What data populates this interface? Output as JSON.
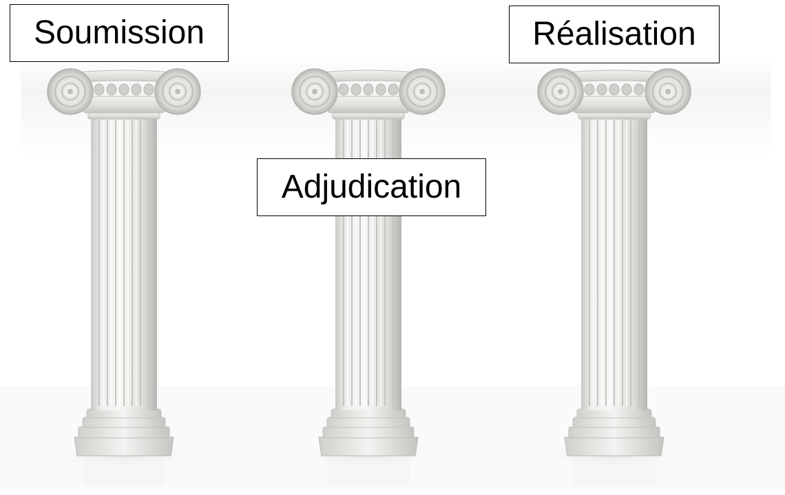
{
  "labels": {
    "left": "Soumission",
    "center": "Adjudication",
    "right": "Réalisation"
  },
  "pillars": [
    {
      "name": "ionic-column-left"
    },
    {
      "name": "ionic-column-center"
    },
    {
      "name": "ionic-column-right"
    }
  ],
  "colors": {
    "background": "#ffffff",
    "marble_light": "#f2f2f0",
    "marble_mid": "#d6d6d3",
    "marble_shadow": "#a9a9a6",
    "label_border": "#000000",
    "label_text": "#000000"
  }
}
